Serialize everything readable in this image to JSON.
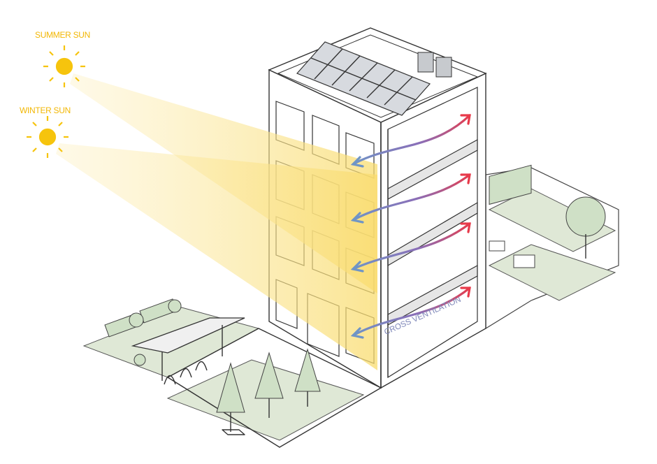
{
  "labels": {
    "summer_sun": "SUMMER SUN",
    "winter_sun": "WINTER SUN",
    "cross_ventilation": "CROSS VENTILATION"
  },
  "colors": {
    "sun": "#f6c40d",
    "beam": "#fbe7a0",
    "arrow_cool": "#6f95c6",
    "arrow_warm": "#e83a4a",
    "vegetation": "#cfe0c6"
  }
}
